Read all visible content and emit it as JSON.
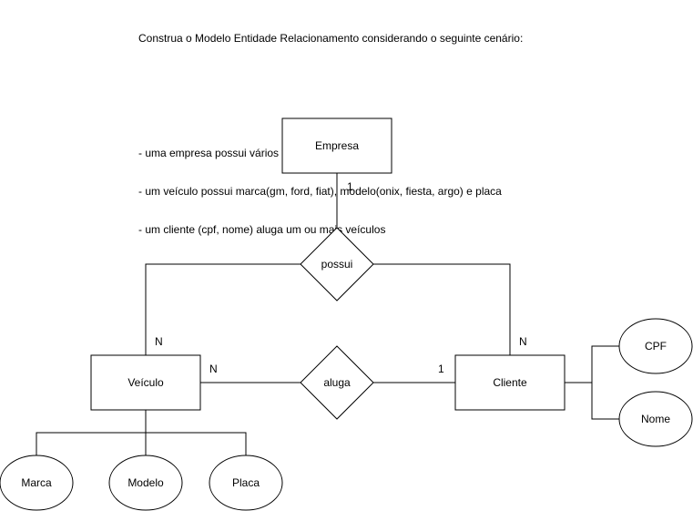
{
  "instructions": {
    "title": "Construa o Modelo Entidade Relacionamento considerando o seguinte cenário:",
    "lines": [
      "- uma empresa possui vários veículos",
      "- um veículo possui marca(gm, ford, fiat), modelo(onix, fiesta, argo) e placa",
      "- um cliente (cpf, nome) aluga um ou mais veículos"
    ]
  },
  "entities": {
    "empresa": "Empresa",
    "veiculo": "Veículo",
    "cliente": "Cliente"
  },
  "relationships": {
    "possui": "possui",
    "aluga": "aluga"
  },
  "attributes": {
    "marca": "Marca",
    "modelo": "Modelo",
    "placa": "Placa",
    "cpf": "CPF",
    "nome": "Nome"
  },
  "cardinalities": {
    "empresa_possui": "1",
    "veiculo_possui": "N",
    "cliente_possui": "N",
    "veiculo_aluga": "N",
    "cliente_aluga": "1"
  },
  "colors": {
    "stroke": "#000000",
    "fill": "#ffffff"
  }
}
